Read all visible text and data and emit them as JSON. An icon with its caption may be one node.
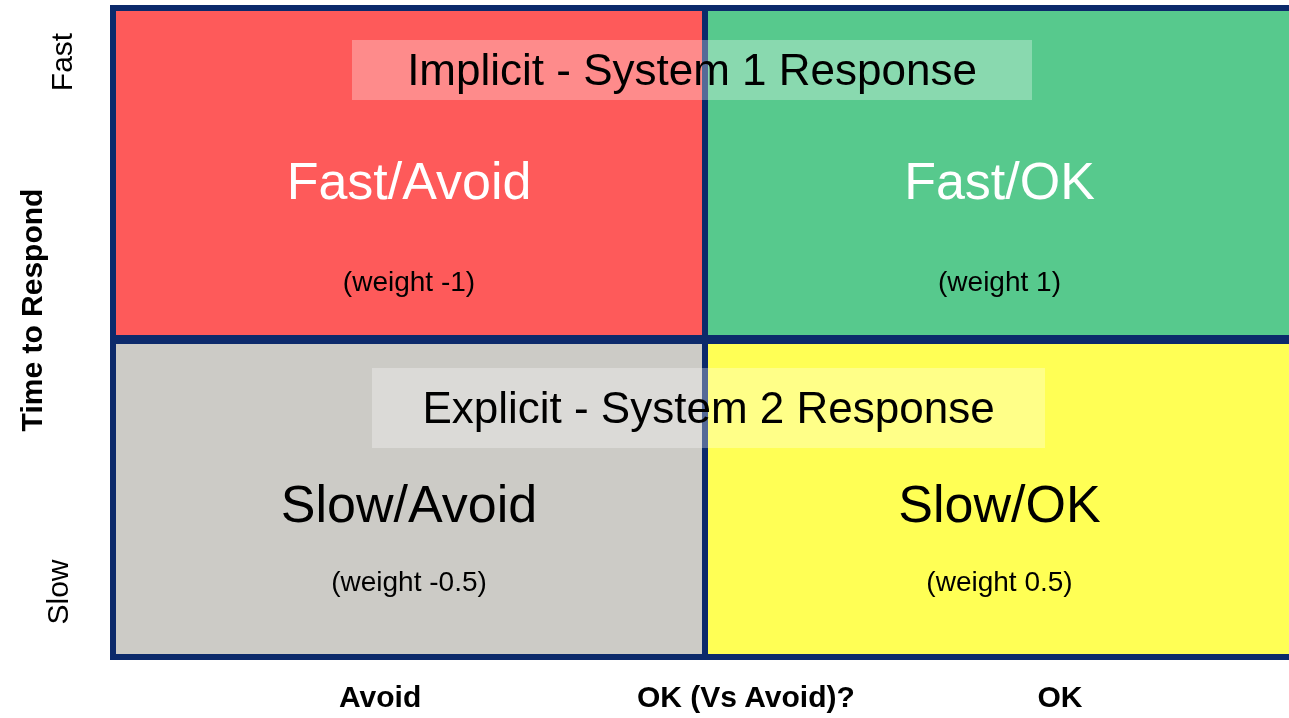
{
  "diagram": {
    "nodes": [
      {
        "text": [
          "Implicit - System 1 Response"
        ]
      },
      {
        "text": [
          "Fast/Avoid",
          "(weight -1)"
        ]
      },
      {
        "text": [
          "Fast/OK",
          "(weight 1)"
        ]
      },
      {
        "text": [
          "Explicit - System 2 Response"
        ]
      },
      {
        "text": [
          "Slow/Avoid",
          "(weight -0.5)"
        ]
      },
      {
        "text": [
          "Slow/OK",
          "(weight 0.5)"
        ]
      }
    ],
    "labels": [
      "Fast",
      "Time to Respond",
      "Slow",
      "Avoid",
      "OK (Vs Avoid)?",
      "OK"
    ]
  }
}
